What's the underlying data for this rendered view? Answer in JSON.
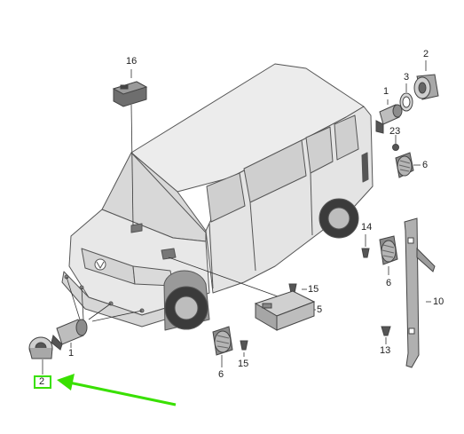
{
  "diagram": {
    "highlight_color": "#39e000",
    "line_color": "#333333",
    "part_labels": {
      "p16": "16",
      "p2_top": "2",
      "p3": "3",
      "p1_top": "1",
      "p23": "23",
      "p6_right": "6",
      "p14": "14",
      "p6_mid": "6",
      "p10": "10",
      "p15_a": "15",
      "p5": "5",
      "p15_b": "15",
      "p6_low": "6",
      "p13": "13",
      "p1_left": "1",
      "p2_left": "2"
    }
  }
}
